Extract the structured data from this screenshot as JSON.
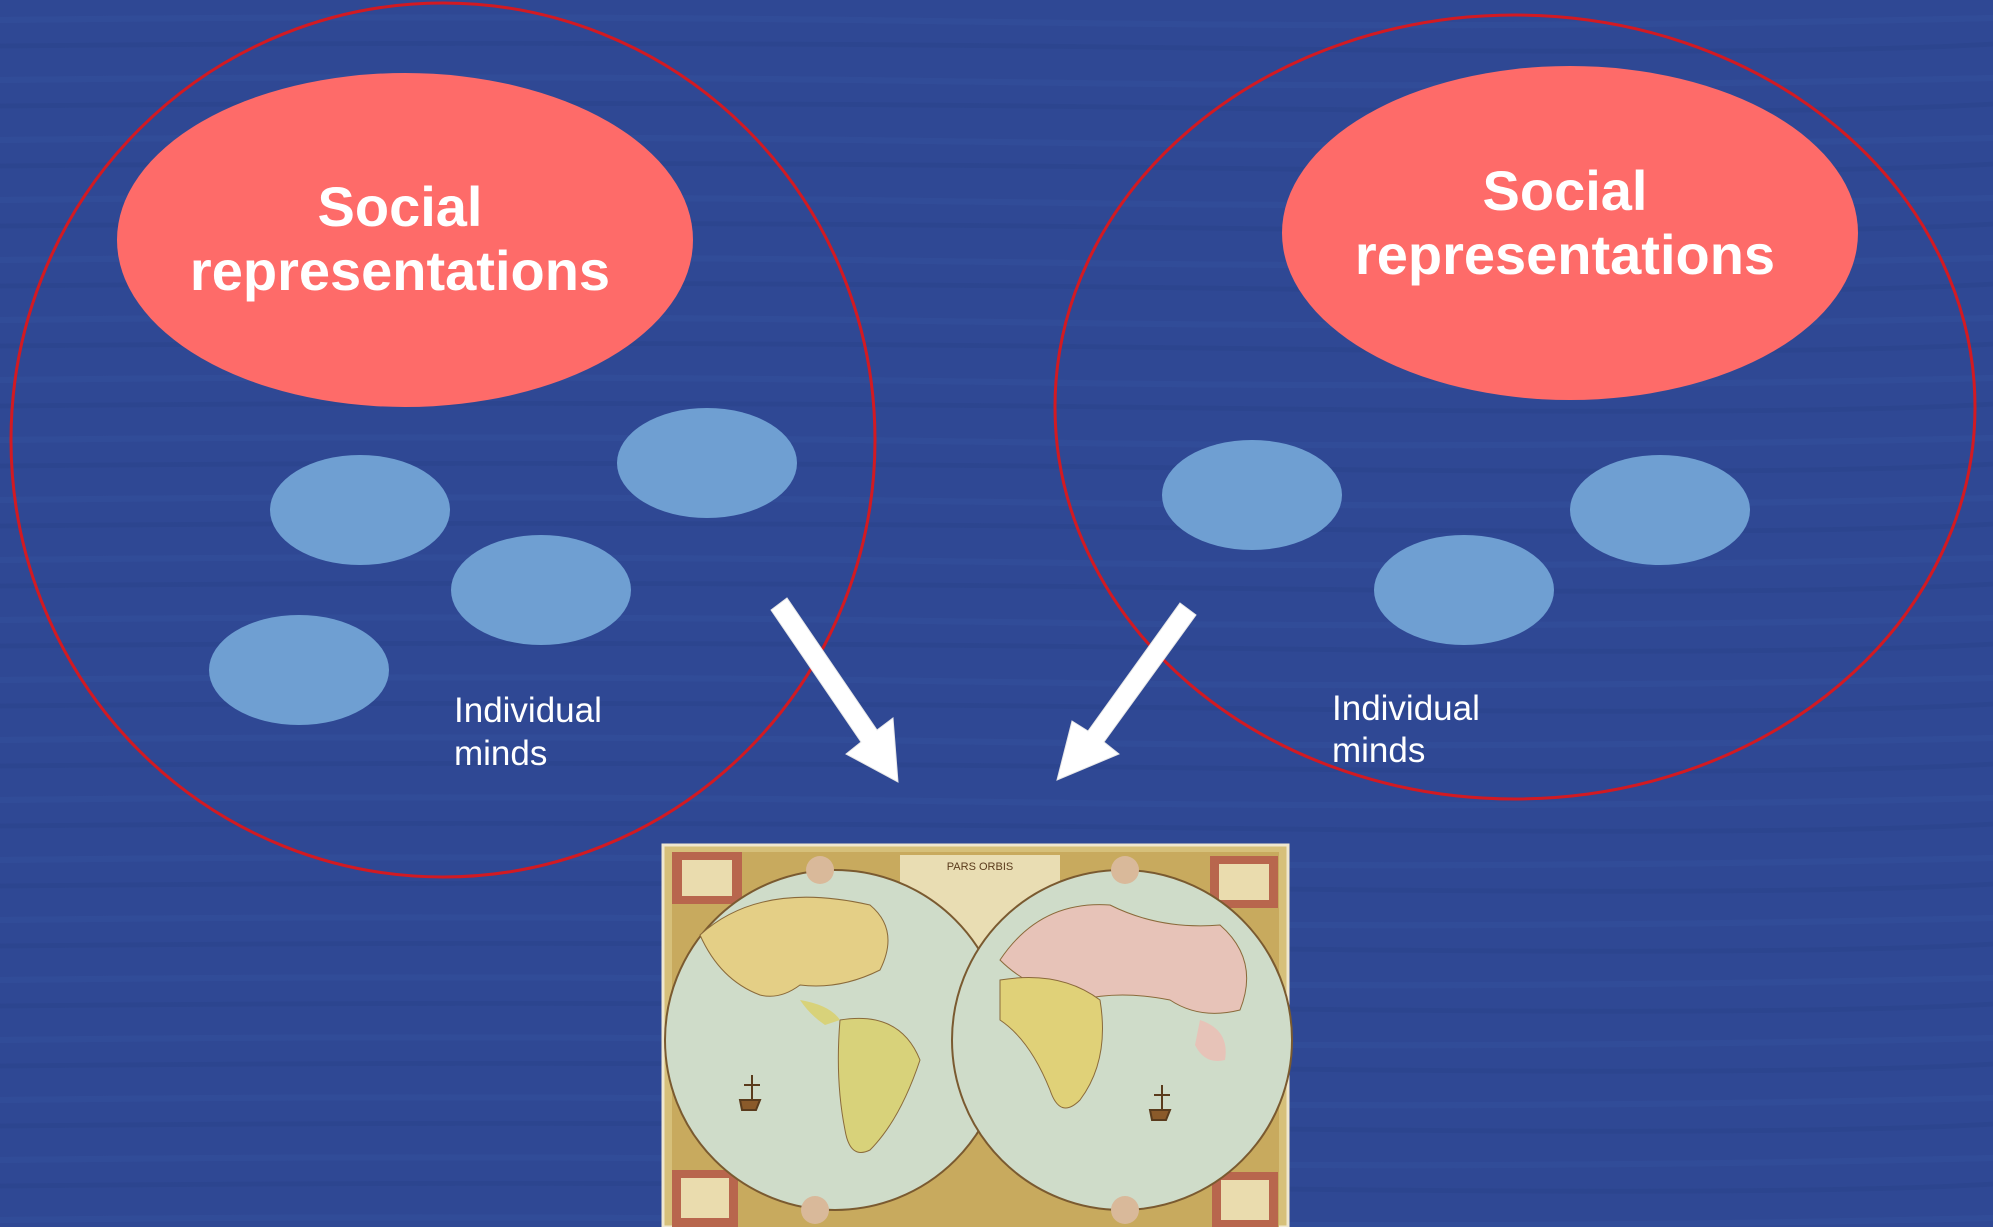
{
  "left_group": {
    "social_line1": "Social",
    "social_line2": "representations",
    "minds_line1": "Individual",
    "minds_line2": "minds"
  },
  "right_group": {
    "social_line1": "Social",
    "social_line2": "representations",
    "minds_line1": "Individual",
    "minds_line2": "minds"
  },
  "colors": {
    "background": "#2e4793",
    "outer_circle": "#d21a22",
    "social_ellipse": "#fe6b69",
    "mind_ellipse": "#6f9fd2",
    "arrow": "#ffffff"
  },
  "map": {
    "top_caption": "PARS ORBIS"
  }
}
